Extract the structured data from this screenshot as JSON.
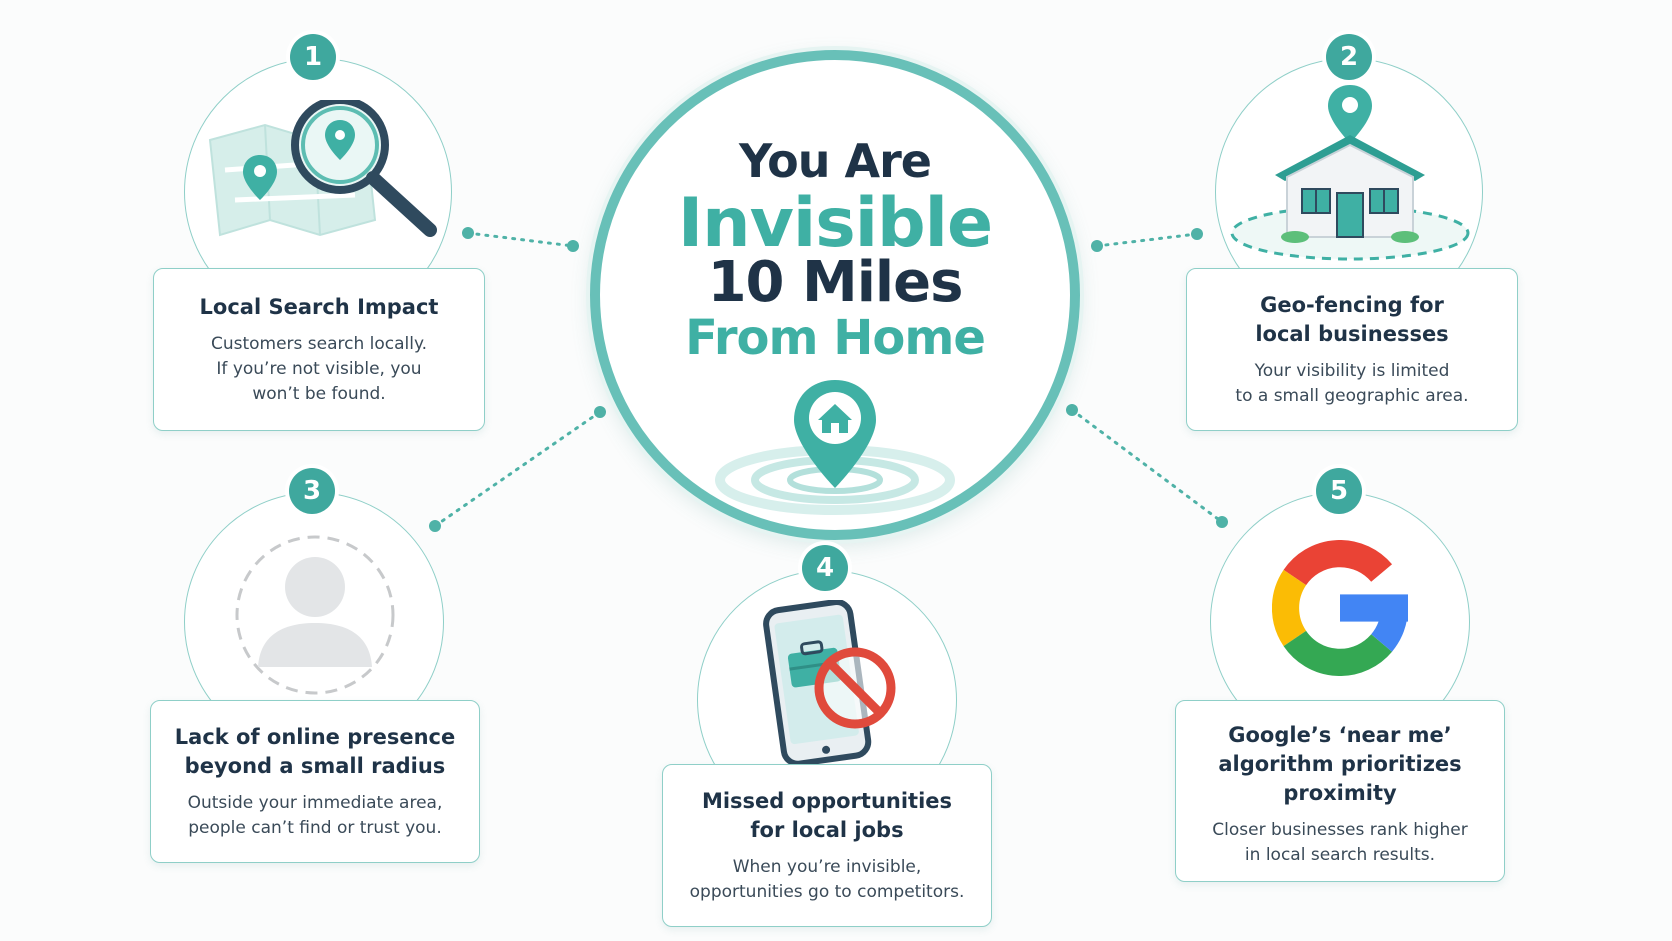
{
  "headline": {
    "line1": "You Are",
    "line2": "Invisible",
    "line3": "10 Miles",
    "line4": "From Home"
  },
  "colors": {
    "teal": "#3fb0a4",
    "teal_ring": "#68c0b8",
    "navy": "#1f3347",
    "google_red": "#ea4335",
    "google_yellow": "#fbbc05",
    "google_green": "#34a853",
    "google_blue": "#4285f4"
  },
  "items": [
    {
      "number": "1",
      "title": "Local Search Impact",
      "desc_lines": [
        "Customers search locally.",
        "If you’re not visible, you",
        "won’t be found."
      ],
      "icon": "map-magnifier-icon"
    },
    {
      "number": "2",
      "title_lines": [
        "Geo-fencing for",
        "local businesses"
      ],
      "desc_lines": [
        "Your visibility is limited",
        "to a small geographic area."
      ],
      "icon": "house-pin-icon"
    },
    {
      "number": "3",
      "title_lines": [
        "Lack of online presence",
        "beyond a small radius"
      ],
      "desc_lines": [
        "Outside your immediate area,",
        "people can’t find or trust you."
      ],
      "icon": "faded-person-icon"
    },
    {
      "number": "4",
      "title_lines": [
        "Missed opportunities",
        "for local jobs"
      ],
      "desc_lines": [
        "When you’re invisible,",
        "opportunities go to competitors."
      ],
      "icon": "phone-blocked-job-icon"
    },
    {
      "number": "5",
      "title_lines": [
        "Google’s ‘near me’",
        "algorithm prioritizes",
        "proximity"
      ],
      "desc_lines": [
        "Closer businesses rank higher",
        "in local search results."
      ],
      "icon": "google-g-icon"
    }
  ]
}
